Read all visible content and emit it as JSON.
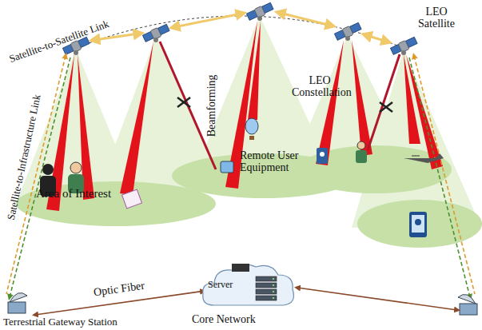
{
  "diagram": {
    "nodes": [
      {
        "text": [
          "Server",
          "Core Network"
        ]
      },
      {
        "text": [
          "Terrestrial Gateway Station"
        ]
      }
    ],
    "edges": [
      {
        "from": 1,
        "to": 0,
        "arrow": "both",
        "label": "Optic Fiber"
      }
    ],
    "labels": [
      "Satellite-to-Satellite Link",
      "Satellite-to-Infrastructure Link",
      "LEO Constellation",
      "LEO Satellite",
      "Beamforming",
      "Remote User Equipment",
      "Area of Interest"
    ]
  }
}
